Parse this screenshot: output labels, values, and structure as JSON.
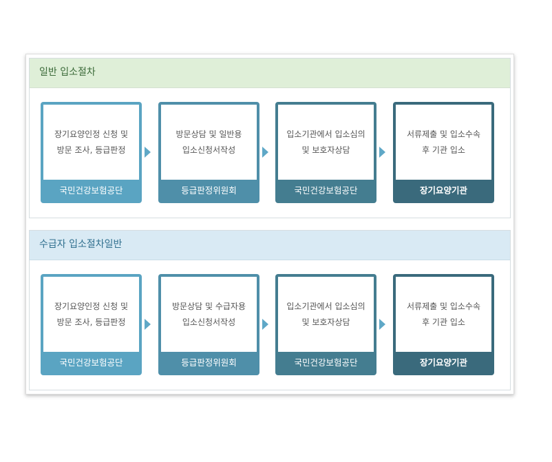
{
  "panels": [
    {
      "title": "일반 입소절차",
      "steps": [
        {
          "line1": "장기요양인정 신청 및",
          "line2": "방문 조사, 등급판정",
          "label": "국민건강보험공단"
        },
        {
          "line1": "방문상담 및 일반용",
          "line2": "입소신청서작성",
          "label": "등급판정위원회"
        },
        {
          "line1": "입소기관에서 입소심의",
          "line2": "및 보호자상담",
          "label": "국민건강보험공단"
        },
        {
          "line1": "서류제출 및 입소수속",
          "line2": "후 기관 입소",
          "label": "장기요양기관"
        }
      ]
    },
    {
      "title": "수급자 입소절차일반",
      "steps": [
        {
          "line1": "장기요양인정 신청 및",
          "line2": "방문 조사, 등급판정",
          "label": "국민건강보험공단"
        },
        {
          "line1": "방문상담 및 수급자용",
          "line2": "입소신청서작성",
          "label": "등급판정위원회"
        },
        {
          "line1": "입소기관에서 입소심의",
          "line2": "및 보호자상담",
          "label": "국민건강보험공단"
        },
        {
          "line1": "서류제출 및 입소수속",
          "line2": "후 기관 입소",
          "label": "장기요양기관"
        }
      ]
    }
  ],
  "icons": {
    "step_arrow": "arrow-right-icon"
  },
  "colors": {
    "panel1_header_bg": "#dfefd8",
    "panel2_header_bg": "#d9eaf4",
    "step1": "#5aa4c2",
    "step2": "#4f8fa9",
    "step3": "#447d90",
    "step4": "#3a6a7c",
    "arrow": "#5fa8c7"
  }
}
